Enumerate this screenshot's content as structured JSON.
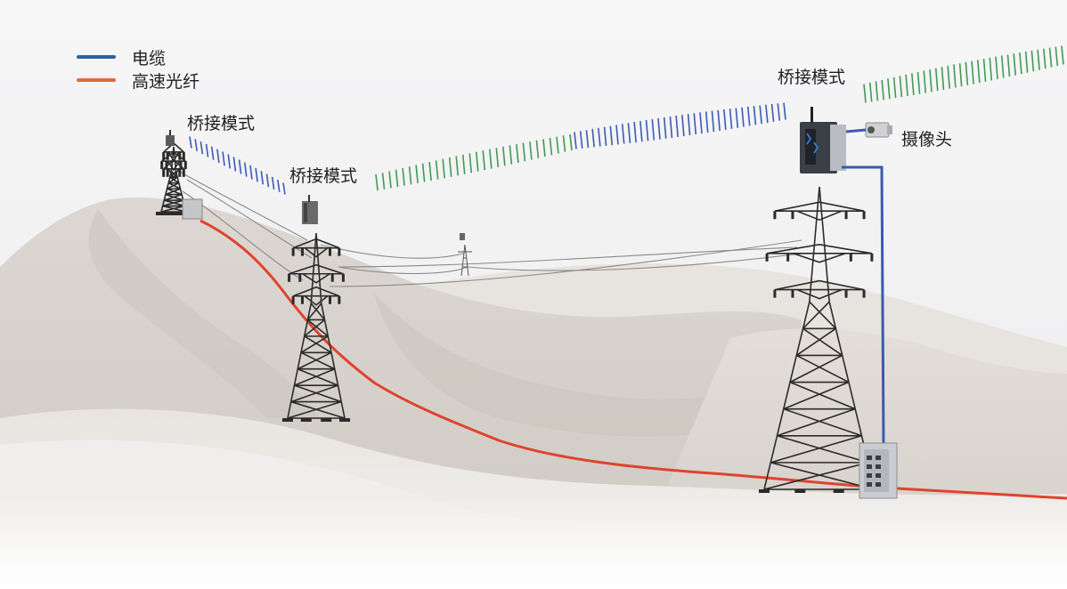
{
  "legend": [
    {
      "label": "电缆",
      "color": "#2f5ea8"
    },
    {
      "label": "高速光纤",
      "color": "#e06a3a"
    }
  ],
  "labels": {
    "bridge_1": "桥接模式",
    "bridge_2": "桥接模式",
    "bridge_3": "桥接模式",
    "camera": "摄像头"
  },
  "colors": {
    "fiber": "#e0432e",
    "cable": "#3a5ab0",
    "wireless_green": "#3f9a55",
    "wireless_blue": "#3d5ab5",
    "tower": "#2b2b2b",
    "dune": "#d9d4cf"
  },
  "icons": {
    "tower": "transmission-tower-icon",
    "bridge_device": "wireless-bridge-icon",
    "camera": "camera-icon",
    "switch": "network-switch-icon"
  }
}
